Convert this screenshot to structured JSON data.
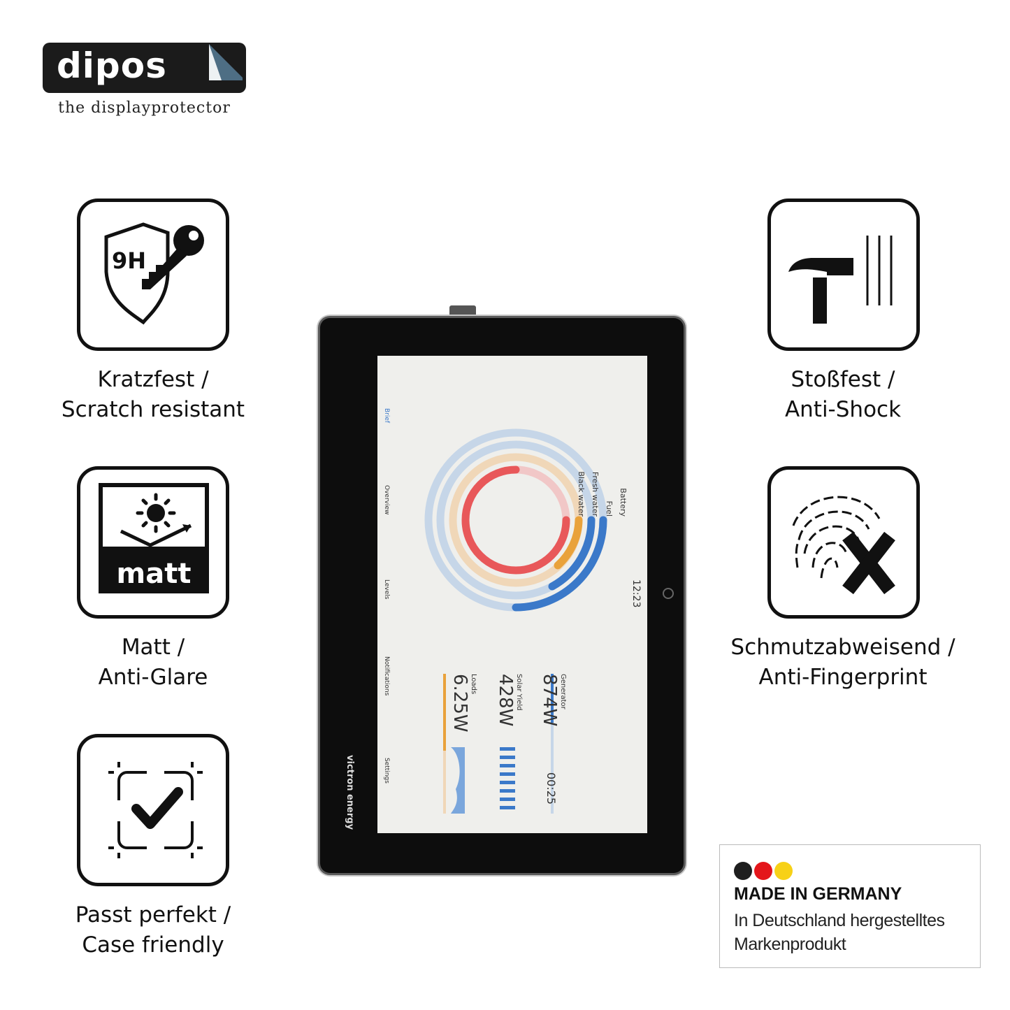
{
  "brand": {
    "logo_text": "dipos",
    "tagline": "the displayprotector"
  },
  "features": {
    "scratch": {
      "icon": "9h-shield-key-icon",
      "icon_text": "9H",
      "line1": "Kratzfest /",
      "line2": "Scratch resistant"
    },
    "matt": {
      "icon": "matt-sun-icon",
      "icon_text": "matt",
      "line1": "Matt /",
      "line2": "Anti-Glare"
    },
    "fit": {
      "icon": "case-fit-check-icon",
      "line1": "Passt perfekt /",
      "line2": "Case friendly"
    },
    "shock": {
      "icon": "hammer-icon",
      "line1": "Stoßfest /",
      "line2": "Anti-Shock"
    },
    "fingerprint": {
      "icon": "fingerprint-x-icon",
      "line1": "Schmutzabweisend /",
      "line2": "Anti-Fingerprint"
    }
  },
  "device": {
    "time": "12:23",
    "brand": "victron energy",
    "tank_labels": [
      "Battery",
      "Fuel",
      "Fresh water",
      "Black water"
    ],
    "nav": [
      "Brief",
      "Overview",
      "Levels",
      "Notifications",
      "Settings"
    ],
    "generator_label": "Generator",
    "generator_value": "874W",
    "generator_timer": "00:25",
    "solar_label": "Solar Yield",
    "solar_value": "428W",
    "loads_label": "Loads",
    "loads_value": "6.25W"
  },
  "made_in": {
    "title": "MADE IN GERMANY",
    "line1": "In Deutschland hergestelltes",
    "line2": "Markenprodukt",
    "flag_colors": [
      "#1e1e1e",
      "#e4161b",
      "#f7d117"
    ]
  },
  "colors": {
    "ink": "#111111",
    "ring_blue": "#3b79c9",
    "ring_orange": "#e9a23b",
    "ring_red": "#e8585a"
  }
}
